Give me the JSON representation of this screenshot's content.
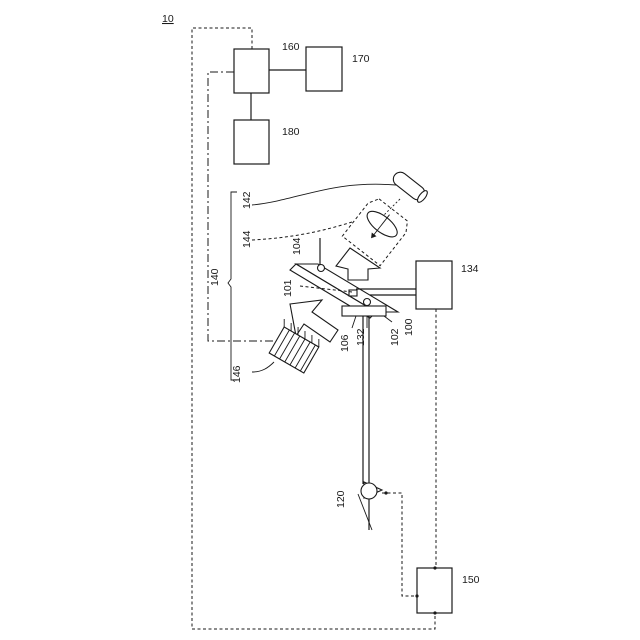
{
  "figure_ref": "10",
  "components": {
    "controller": "160",
    "storage": "170",
    "display": "180",
    "light_source": "142",
    "optics": "144",
    "optical_unit": "140",
    "sensor": "146",
    "plate_top": "104",
    "plate_label_101": "101",
    "stage": "100",
    "plate_label_106": "106",
    "element_132": "132",
    "plate_label_102": "102",
    "valve": "120",
    "driver_134": "134",
    "driver_150": "150"
  }
}
